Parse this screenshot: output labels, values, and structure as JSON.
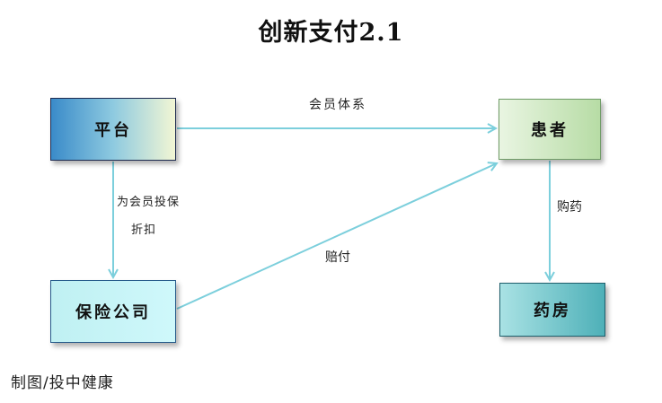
{
  "title": "创新支付2.1",
  "nodes": {
    "platform": "平台",
    "patient": "患者",
    "insurer": "保险公司",
    "pharmacy": "药房"
  },
  "edges": {
    "platform_to_patient": "会员体系",
    "platform_to_insurer_line1": "为会员投保",
    "platform_to_insurer_line2": "折扣",
    "insurer_to_patient": "赔付",
    "patient_to_pharmacy": "购药"
  },
  "credit": "制图/投中健康",
  "colors": {
    "arrow": "#7ccfdc"
  }
}
